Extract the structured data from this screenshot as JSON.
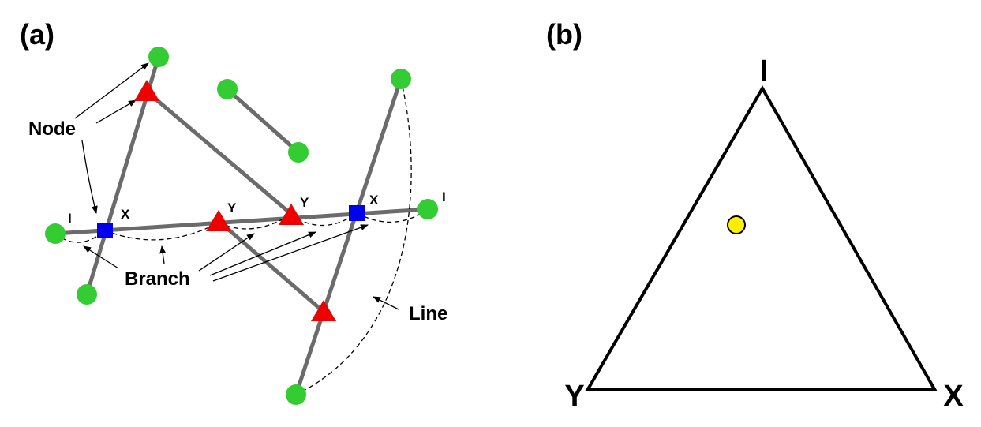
{
  "panel_a": {
    "label": "(a)",
    "annotations": {
      "node": "Node",
      "branch": "Branch",
      "line": "Line"
    },
    "node_labels": {
      "left_end": "I",
      "square_left": "X",
      "triangle_mid": "Y",
      "triangle_right": "Y",
      "square_right": "X",
      "right_end": "I"
    },
    "colors": {
      "endpoint": "#33cc33",
      "triangle": "#ee0000",
      "square": "#0000ee",
      "segment": "#6b6b6b"
    }
  },
  "panel_b": {
    "label": "(b)",
    "vertices": {
      "top": "I",
      "bottom_left": "Y",
      "bottom_right": "X"
    },
    "point_color": "#ffee00"
  }
}
